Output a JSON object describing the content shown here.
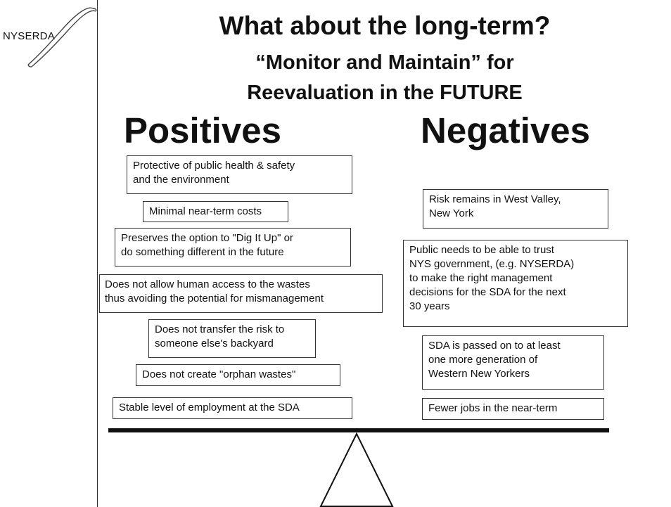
{
  "logo": {
    "text": "NYSERDA"
  },
  "title": {
    "main": "What about the long-term?",
    "sub1": "“Monitor and Maintain” for",
    "sub2": "Reevaluation in the FUTURE"
  },
  "headings": {
    "positives": "Positives",
    "negatives": "Negatives"
  },
  "positives": [
    "Protective of public health & safety\nand the environment",
    "Minimal near-term costs",
    "Preserves the option to \"Dig It Up\" or\ndo something different in the future",
    "Does not allow human access to the wastes\nthus avoiding the potential for mismanagement",
    "Does not transfer the risk to\nsomeone else's backyard",
    "Does not create \"orphan wastes\"",
    "Stable level of employment at the SDA"
  ],
  "negatives": [
    "Risk remains in West Valley,\nNew York",
    "Public needs to be able to trust\nNYS government, (e.g. NYSERDA)\nto make the right management\ndecisions for the SDA for the next\n30 years",
    "SDA is passed on to at least\none more generation of\nWestern New Yorkers",
    "Fewer jobs in the near-term"
  ]
}
